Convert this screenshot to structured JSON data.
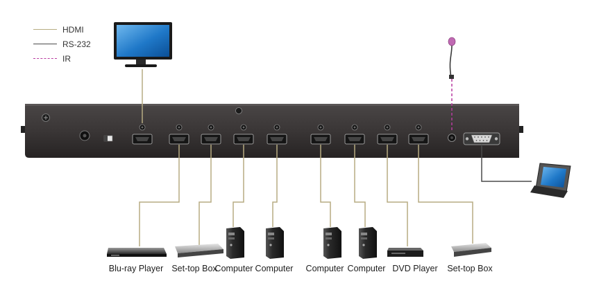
{
  "legend": {
    "items": [
      {
        "label": "HDMI",
        "color": "#b7ac82",
        "style": "solid"
      },
      {
        "label": "RS-232",
        "color": "#4a4a4a",
        "style": "solid"
      },
      {
        "label": "IR",
        "color": "#b83ba0",
        "style": "dashed"
      }
    ]
  },
  "devices": {
    "bluray": "Blu-ray Player",
    "stb1": "Set-top Box",
    "pc1": "Computer",
    "pc2": "Computer",
    "pc3": "Computer",
    "pc4": "Computer",
    "dvd": "DVD Player",
    "stb2": "Set-top Box"
  },
  "icons": [
    "monitor-icon",
    "ir-receiver-icon",
    "touch-panel-icon",
    "bluray-player-icon",
    "set-top-box-icon",
    "computer-tower-icon",
    "dvd-player-icon"
  ],
  "colors": {
    "panel": "#3a3737",
    "hdmi": "#b7ac82",
    "rs232": "#4a4a4a",
    "ir": "#b83ba0"
  }
}
